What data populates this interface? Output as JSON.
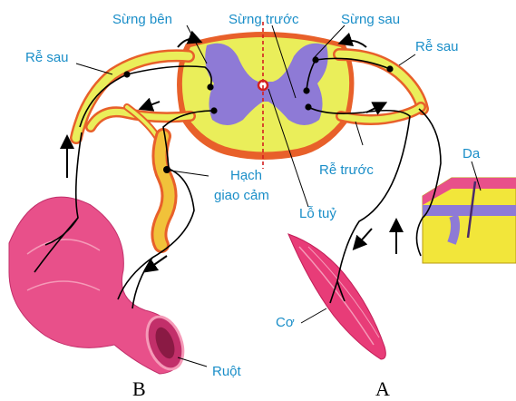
{
  "colors": {
    "label_text": "#1a8ec8",
    "white_matter": "#eaee5a",
    "gray_matter": "#8e7ad6",
    "meninges": "#e8602a",
    "muscle": "#e83c78",
    "intestine": "#e8508a",
    "skin_fill": "#f2e63a",
    "nerve": "#000000"
  },
  "labels": {
    "lateral_horn": "Sừng bên",
    "anterior_horn": "Sừng trước",
    "posterior_horn": "Sừng sau",
    "dorsal_root_left": "Rễ sau",
    "dorsal_root_right": "Rễ sau",
    "ventral_root": "Rễ trước",
    "ganglion_line1": "Hạch",
    "ganglion_line2": "giao cảm",
    "central_canal": "Lỗ tuỷ",
    "skin": "Da",
    "muscle": "Cơ",
    "intestine": "Ruột",
    "panel_b": "B",
    "panel_a": "A"
  }
}
